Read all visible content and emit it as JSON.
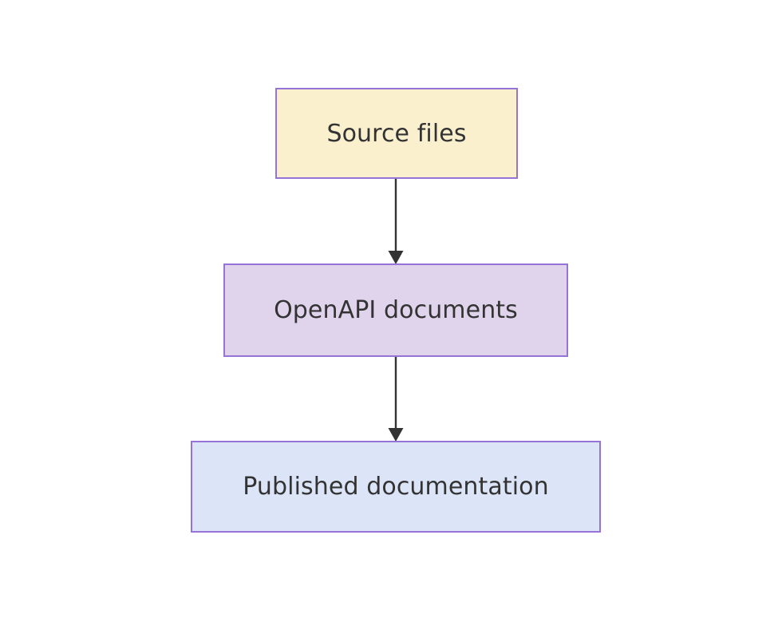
{
  "diagram": {
    "type": "flowchart",
    "direction": "top-to-bottom",
    "background_color": "#ffffff",
    "nodes": [
      {
        "id": "source-files",
        "label": "Source files",
        "fill_color": "#faf0ce",
        "border_color": "#9673d6",
        "text_color": "#333333"
      },
      {
        "id": "openapi-documents",
        "label": "OpenAPI documents",
        "fill_color": "#e0d4ec",
        "border_color": "#9673d6",
        "text_color": "#333333"
      },
      {
        "id": "published-documentation",
        "label": "Published documentation",
        "fill_color": "#dce4f7",
        "border_color": "#9673d6",
        "text_color": "#333333"
      }
    ],
    "edges": [
      {
        "id": "edge-source-to-openapi",
        "from": "source-files",
        "to": "openapi-documents",
        "label": "",
        "arrow": "filled-triangle",
        "line_color": "#333333"
      },
      {
        "id": "edge-openapi-to-published",
        "from": "openapi-documents",
        "to": "published-documentation",
        "label": "",
        "arrow": "filled-triangle",
        "line_color": "#333333"
      }
    ]
  }
}
